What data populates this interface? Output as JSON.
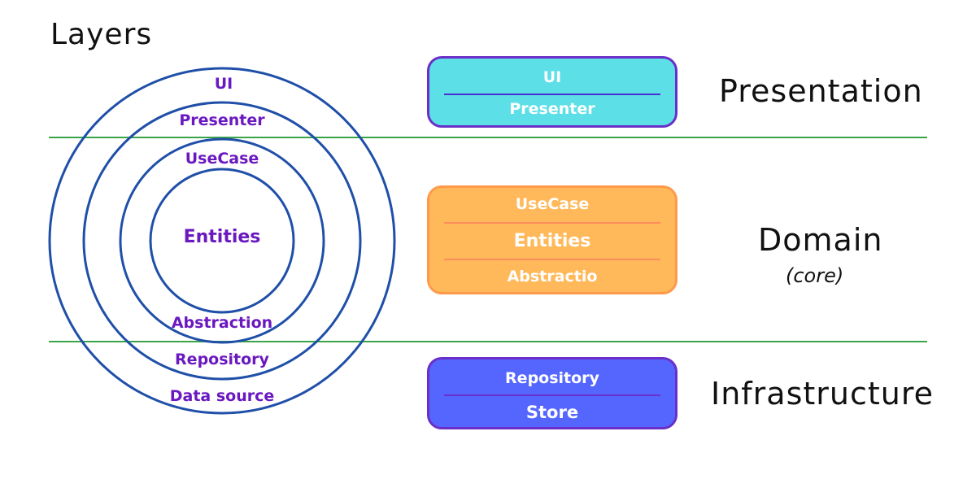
{
  "title": "Layers",
  "rings": {
    "labels": [
      "UI",
      "Presenter",
      "UseCase",
      "Entities",
      "Abstraction",
      "Repository",
      "Data source"
    ]
  },
  "boxes": {
    "presentation": {
      "rows": [
        "UI",
        "Presenter"
      ],
      "fill": "#5cdfe6",
      "border": "#6a2fc8",
      "separator": "#4a2fd0"
    },
    "domain": {
      "rows": [
        "UseCase",
        "Entities",
        "Abstractio"
      ],
      "fill": "#ffb95a",
      "border": "#ff9a4a",
      "separator": "#ff8c5a"
    },
    "infrastructure": {
      "rows": [
        "Repository",
        "Store"
      ],
      "fill": "#5566ff",
      "border": "#6a2fc8",
      "separator": "#6a2fc8"
    }
  },
  "side_labels": {
    "presentation": "Presentation",
    "domain": "Domain",
    "domain_sub": "(core)",
    "infrastructure": "Infrastructure"
  },
  "colors": {
    "ring": "#1f4fa8",
    "ring_text": "#6a18c0",
    "divider": "#3aa548"
  }
}
